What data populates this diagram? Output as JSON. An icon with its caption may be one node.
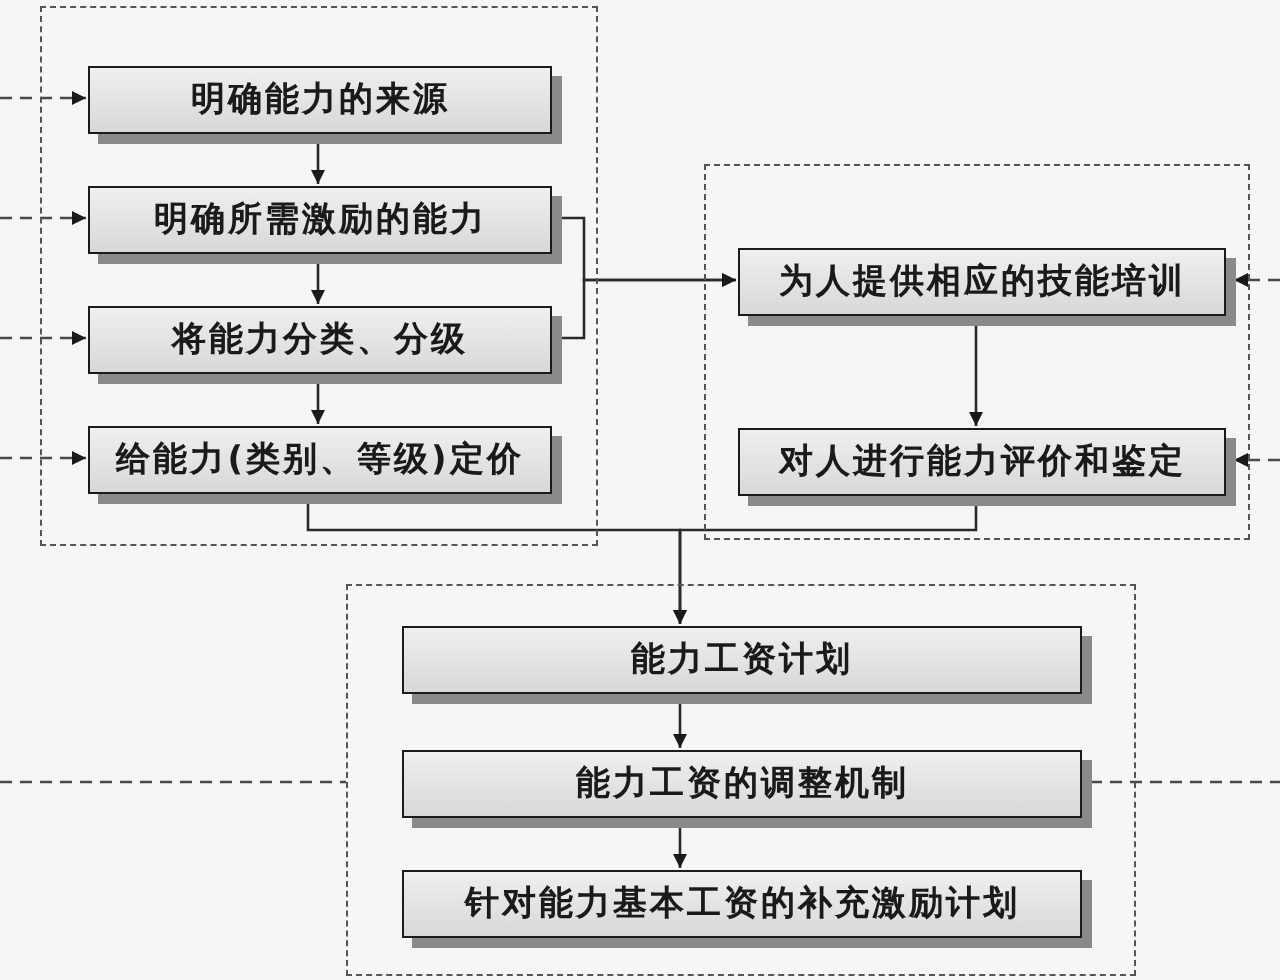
{
  "diagram": {
    "nodes": [
      {
        "text": [],
        "shape": "box"
      },
      {
        "text": [
          "明确能力的来源"
        ],
        "in": 0
      },
      {
        "text": [
          "明确所需激励的能力"
        ],
        "in": 0
      },
      {
        "text": [
          "将能力分类、分级"
        ],
        "in": 0
      },
      {
        "text": [
          "给能力(类别、等级)定价"
        ],
        "in": 0
      },
      {
        "text": [],
        "shape": "box"
      },
      {
        "text": [
          "为人提供相应的技能培训"
        ],
        "in": 5
      },
      {
        "text": [
          "对人进行能力评价和鉴定"
        ],
        "in": 5
      },
      {
        "text": [],
        "shape": "box"
      },
      {
        "text": [
          "能力工资计划"
        ],
        "in": 8
      },
      {
        "text": [
          "能力工资的调整机制"
        ],
        "in": 8
      },
      {
        "text": [
          "针对能力基本工资的补充激励计划"
        ],
        "in": 8
      }
    ],
    "edges": [
      {
        "from": 1,
        "to": 2,
        "arrow": "to"
      },
      {
        "from": 2,
        "to": 3,
        "arrow": "to"
      },
      {
        "from": 3,
        "to": 4,
        "arrow": "to"
      },
      {
        "from": 2,
        "to": 6,
        "arrow": "to"
      },
      {
        "from": 3,
        "to": 6,
        "arrow": "to"
      },
      {
        "from": 6,
        "to": 7,
        "arrow": "to"
      },
      {
        "from": 4,
        "to": 9,
        "arrow": "to"
      },
      {
        "from": 7,
        "to": 9,
        "arrow": "to"
      },
      {
        "from": 9,
        "to": 10,
        "arrow": "to"
      },
      {
        "from": 10,
        "to": 11,
        "arrow": "to"
      },
      {
        "from": null,
        "to": 1,
        "arrow": "to",
        "style": "dashed"
      },
      {
        "from": null,
        "to": 2,
        "arrow": "to",
        "style": "dashed"
      },
      {
        "from": null,
        "to": 3,
        "arrow": "to",
        "style": "dashed"
      },
      {
        "from": null,
        "to": 4,
        "arrow": "to",
        "style": "dashed"
      },
      {
        "from": null,
        "to": 6,
        "arrow": "to",
        "style": "dashed"
      },
      {
        "from": null,
        "to": 7,
        "arrow": "to",
        "style": "dashed"
      },
      {
        "from": null,
        "to": 8,
        "arrow": "none",
        "style": "dashed"
      },
      {
        "from": 10,
        "to": null,
        "arrow": "none",
        "style": "dashed"
      }
    ]
  }
}
